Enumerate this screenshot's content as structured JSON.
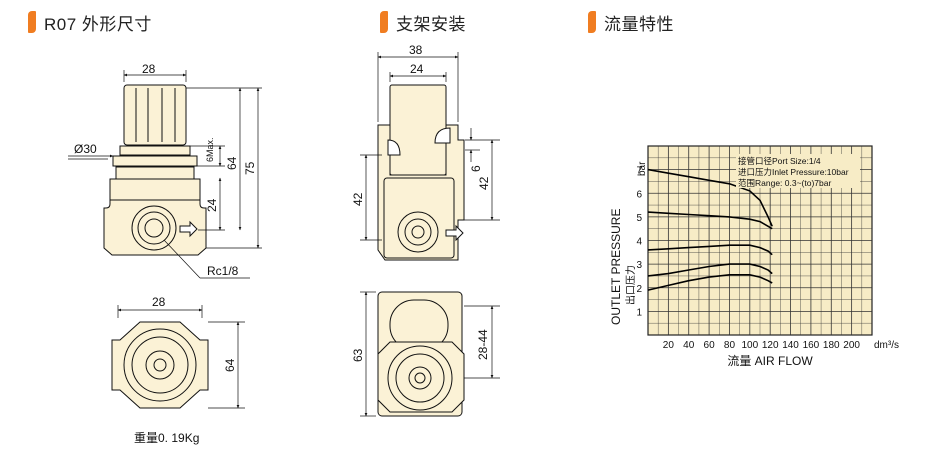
{
  "headers": {
    "dimensions": "R07 外形尺寸",
    "bracket": "支架安装",
    "flow": "流量特性"
  },
  "dims_front": {
    "w28": "28",
    "d30": "Ø30",
    "m6": "6Max.",
    "h64": "64",
    "h75": "75",
    "h24": "24",
    "rc": "Rc1/8"
  },
  "dims_bottom": {
    "w28": "28",
    "h64": "64"
  },
  "dims_bracket_front": {
    "w38": "38",
    "w24": "24",
    "h6": "6",
    "h42a": "42",
    "h42b": "42"
  },
  "dims_bracket_bottom": {
    "h63": "63",
    "h2844": "28-44"
  },
  "weight": "重量0. 19Kg",
  "colors": {
    "accent": "#f07d21",
    "body": "#fbf2d6",
    "grid": "#f7ecc6"
  },
  "chart_data": {
    "type": "line",
    "title": "",
    "ylabel": "OUTLET PRESSURE",
    "ylabel_cn": "出口压力",
    "yunit": "bar",
    "xlabel": "流量 AIR FLOW",
    "xunit": "dm³/s",
    "ylim": [
      0,
      8
    ],
    "xlim": [
      0,
      220
    ],
    "y_ticks": [
      "1",
      "2",
      "3",
      "4",
      "5",
      "6",
      "7"
    ],
    "x_ticks": [
      "20",
      "40",
      "60",
      "80",
      "100",
      "120",
      "140",
      "160",
      "180",
      "200"
    ],
    "legend": [
      "接管口径Port Size:1/4",
      "进口压力Inlet Pressure:10bar",
      "范围Range: 0.3~(to)7bar"
    ],
    "series": [
      {
        "x": [
          0,
          20,
          40,
          60,
          80,
          100,
          110,
          118,
          122
        ],
        "y": [
          7.0,
          6.85,
          6.7,
          6.55,
          6.4,
          6.1,
          5.7,
          5.0,
          4.6
        ]
      },
      {
        "x": [
          0,
          20,
          40,
          60,
          80,
          100,
          110,
          118,
          122
        ],
        "y": [
          5.2,
          5.15,
          5.1,
          5.05,
          5.0,
          4.9,
          4.8,
          4.6,
          4.5
        ]
      },
      {
        "x": [
          0,
          20,
          40,
          60,
          80,
          100,
          110,
          118,
          122
        ],
        "y": [
          3.6,
          3.65,
          3.7,
          3.75,
          3.8,
          3.8,
          3.7,
          3.55,
          3.4
        ]
      },
      {
        "x": [
          0,
          20,
          40,
          60,
          80,
          100,
          110,
          118,
          122
        ],
        "y": [
          2.5,
          2.6,
          2.75,
          2.9,
          3.0,
          3.0,
          2.9,
          2.75,
          2.6
        ]
      },
      {
        "x": [
          0,
          20,
          40,
          60,
          80,
          100,
          110,
          118,
          122
        ],
        "y": [
          1.9,
          2.1,
          2.3,
          2.45,
          2.55,
          2.55,
          2.45,
          2.3,
          2.2
        ]
      }
    ]
  }
}
